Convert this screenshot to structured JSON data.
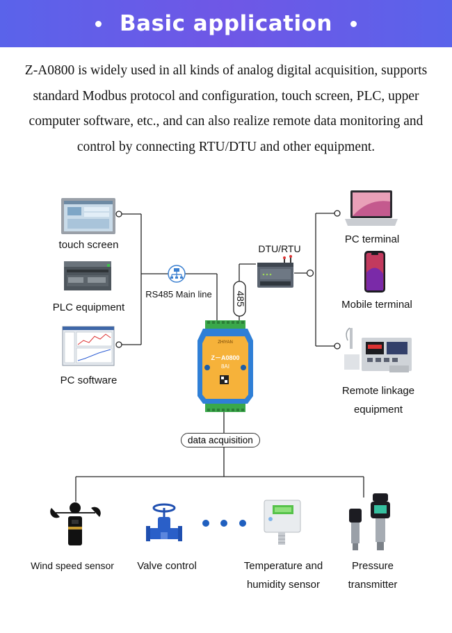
{
  "banner": {
    "title": "Basic application"
  },
  "intro": {
    "lines": [
      "Z-A0800 is widely used in all kinds of analog digital acquisition, supports",
      "standard Modbus protocol and configuration, touch screen, PLC, upper",
      "computer software, etc., and can also realize remote data monitoring and",
      "control by connecting RTU/DTU and other equipment."
    ]
  },
  "left_devices": {
    "touch_screen": "touch screen",
    "plc_equipment": "PLC equipment",
    "pc_software": "PC software"
  },
  "bus": {
    "rs485_main_line": "RS485 Main line",
    "link_485": "485"
  },
  "dtu": {
    "label": "DTU/RTU"
  },
  "module": {
    "name": "Z－A0800",
    "sub": "8AI",
    "brand": "ZHIYAN"
  },
  "right_devices": {
    "pc_terminal": "PC terminal",
    "mobile_terminal": "Mobile terminal",
    "remote_linkage_line1": "Remote linkage",
    "remote_linkage_line2": "equipment"
  },
  "acquisition": {
    "label": "data acquisition"
  },
  "sensors": {
    "wind_speed": "Wind speed sensor",
    "valve_control": "Valve control",
    "temp_humidity_line1": "Temperature and",
    "temp_humidity_line2": "humidity sensor",
    "pressure_line1": "Pressure",
    "pressure_line2": "transmitter"
  },
  "colors": {
    "banner": "#5a63ea",
    "module_body": "#2f7fd6",
    "module_panel": "#f6b23a",
    "terminal_green": "#3aa84a",
    "dots": "#1f5fbf"
  }
}
